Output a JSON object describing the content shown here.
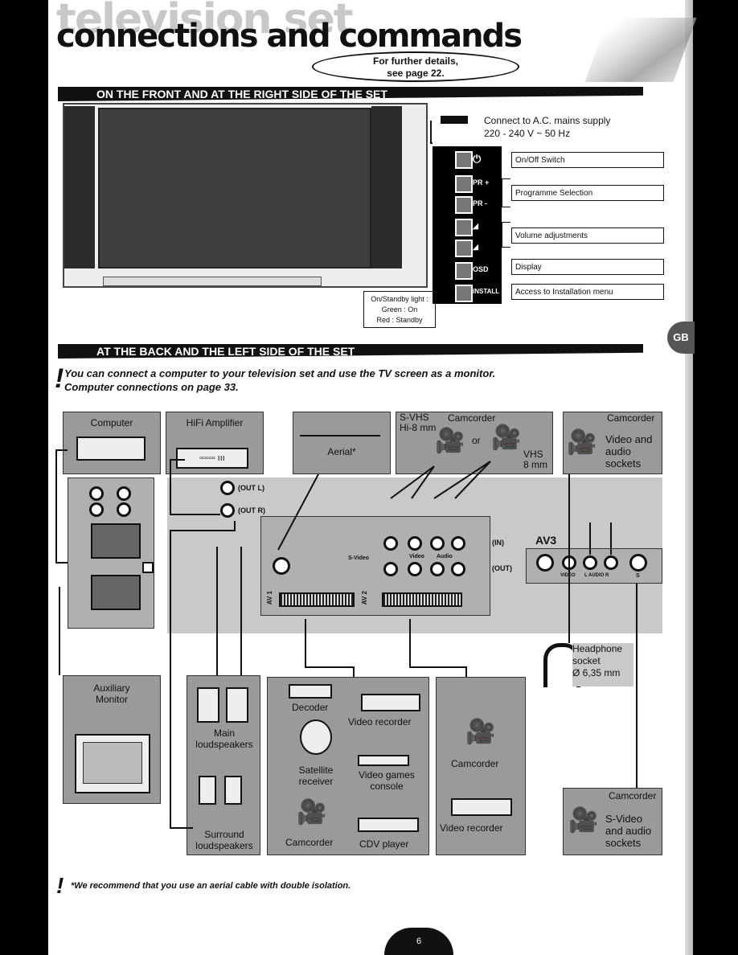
{
  "header": {
    "pretitle": "television set",
    "title": "connections and commands",
    "callout_line1": "For further details,",
    "callout_line2": "see page 22."
  },
  "front_section": {
    "heading": "ON THE FRONT AND AT THE RIGHT SIDE OF THE SET",
    "mains_line1": "Connect to A.C. mains supply",
    "mains_line2": "220 - 240 V ~ 50 Hz",
    "buttons": [
      {
        "key_label": "⏻",
        "icon": "power-icon"
      },
      {
        "key_label": "PR +",
        "icon": ""
      },
      {
        "key_label": "PR -",
        "icon": ""
      },
      {
        "key_label": "",
        "icon": "volume-up-icon"
      },
      {
        "key_label": "",
        "icon": "volume-down-icon"
      },
      {
        "key_label": "OSD",
        "icon": ""
      },
      {
        "key_label": "INSTALL",
        "icon": ""
      }
    ],
    "functions": {
      "onoff": "On/Off Switch",
      "programme": "Programme Selection",
      "volume": "Volume adjustments",
      "display": "Display",
      "install": "Access to Installation menu"
    },
    "standby_line1": "On/Standby light :",
    "standby_line2": "Green : On",
    "standby_line3": "Red : Standby"
  },
  "side_tab": "GB",
  "back_section": {
    "heading": "AT THE BACK AND THE LEFT SIDE OF THE SET",
    "note_line1": "You can connect a computer to your television set and use the TV screen as a monitor.",
    "note_line2": "Computer connections on page 33.",
    "computer": "Computer",
    "hifi": "HiFi Amplifier",
    "aerial": "Aerial*",
    "svhs_line1": "S-VHS",
    "svhs_line2": "Hi-8 mm",
    "camcorder_top": "Camcorder",
    "or": "or",
    "vhs_line1": "VHS",
    "vhs_line2": "8 mm",
    "camcorder_right": "Camcorder",
    "video_audio_line1": "Video and",
    "video_audio_line2": "audio",
    "video_audio_line3": "sockets",
    "out_l": "(OUT L)",
    "out_r": "(OUT R)",
    "av3": "AV3",
    "in": "(IN)",
    "out": "(OUT)",
    "svideo_small": "S-Video",
    "video_small": "Video",
    "audio_small": "Audio",
    "av1": "AV 1",
    "av2": "AV 2",
    "av3_video": "VIDEO",
    "av3_audio": "L AUDIO R",
    "av3_s": "S",
    "headphone_line1": "Headphone",
    "headphone_line2": "socket",
    "headphone_line3": "Ø 6,35 mm",
    "aux_line1": "Auxiliary",
    "aux_line2": "Monitor",
    "main_ls_line1": "Main",
    "main_ls_line2": "loudspeakers",
    "surround_line1": "Surround",
    "surround_line2": "loudspeakers",
    "decoder": "Decoder",
    "video_recorder": "Video recorder",
    "satellite_line1": "Satellite",
    "satellite_line2": "receiver",
    "games_line1": "Video games",
    "games_line2": "console",
    "camcorder_av": "Camcorder",
    "cdv": "CDV player",
    "camcorder_av2": "Camcorder",
    "video_recorder_av2": "Video recorder",
    "camcorder_br": "Camcorder",
    "svideo_line1": "S-Video",
    "svideo_line2": "and audio",
    "svideo_line3": "sockets"
  },
  "footnote": "*We recommend that you use an aerial cable with double isolation.",
  "page_number": "6"
}
